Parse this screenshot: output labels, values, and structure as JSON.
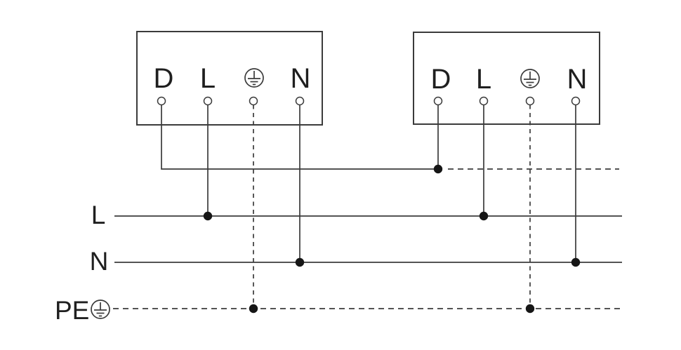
{
  "colors": {
    "background": "#ffffff",
    "line": "#3b3b3b",
    "text": "#1f1f1f",
    "junction": "#161616"
  },
  "devices": [
    {
      "terminals": [
        {
          "label": "D"
        },
        {
          "label": "L"
        },
        {
          "icon": "protective-earth-icon"
        },
        {
          "label": "N"
        }
      ]
    },
    {
      "terminals": [
        {
          "label": "D"
        },
        {
          "label": "L"
        },
        {
          "icon": "protective-earth-icon"
        },
        {
          "label": "N"
        }
      ]
    }
  ],
  "supply_lines": [
    {
      "label": "L",
      "style": "solid"
    },
    {
      "label": "N",
      "style": "solid"
    },
    {
      "label": "PE",
      "style": "dashed",
      "icon": "protective-earth-icon"
    }
  ]
}
